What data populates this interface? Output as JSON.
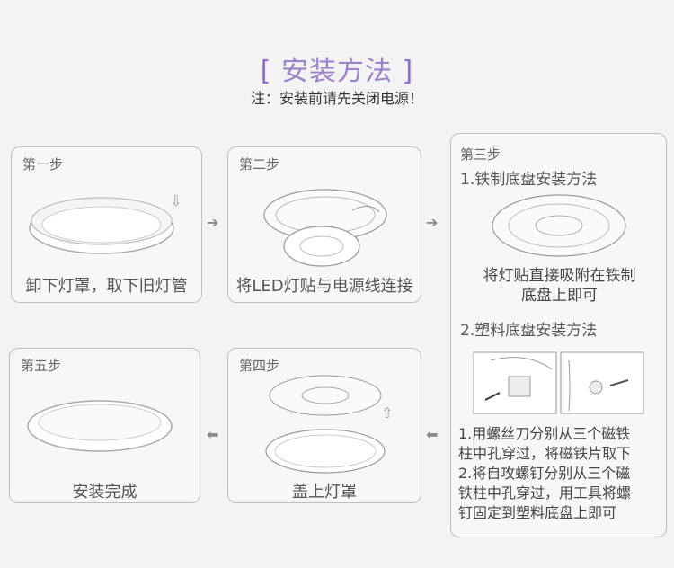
{
  "header": {
    "title_open": "[",
    "title_text": "安装方法",
    "title_close": "]",
    "note": "注：安装前请先关闭电源！"
  },
  "steps": {
    "step1": {
      "label": "第一步",
      "caption": "卸下灯罩，取下旧灯管"
    },
    "step2": {
      "label": "第二步",
      "caption": "将LED灯贴与电源线连接"
    },
    "step3": {
      "label": "第三步",
      "method1_title": "1.铁制底盘安装方法",
      "method1_text": [
        "将灯贴直接吸附在铁制",
        "底盘上即可"
      ],
      "method2_title": "2.塑料底盘安装方法",
      "method2_text": [
        "1.用螺丝刀分别从三个磁铁",
        "柱中孔穿过，将磁铁片取下",
        "2.将自攻螺钉分别从三个磁",
        "铁柱中孔穿过，用工具将螺",
        "钉固定到塑料底盘上即可"
      ]
    },
    "step4": {
      "label": "第四步",
      "caption": "盖上灯罩"
    },
    "step5": {
      "label": "第五步",
      "caption": "安装完成"
    }
  },
  "arrows": {
    "right": "➔",
    "left": "⬅"
  },
  "icons": {
    "arrow_down": "⇩",
    "arrow_up": "⇧"
  }
}
